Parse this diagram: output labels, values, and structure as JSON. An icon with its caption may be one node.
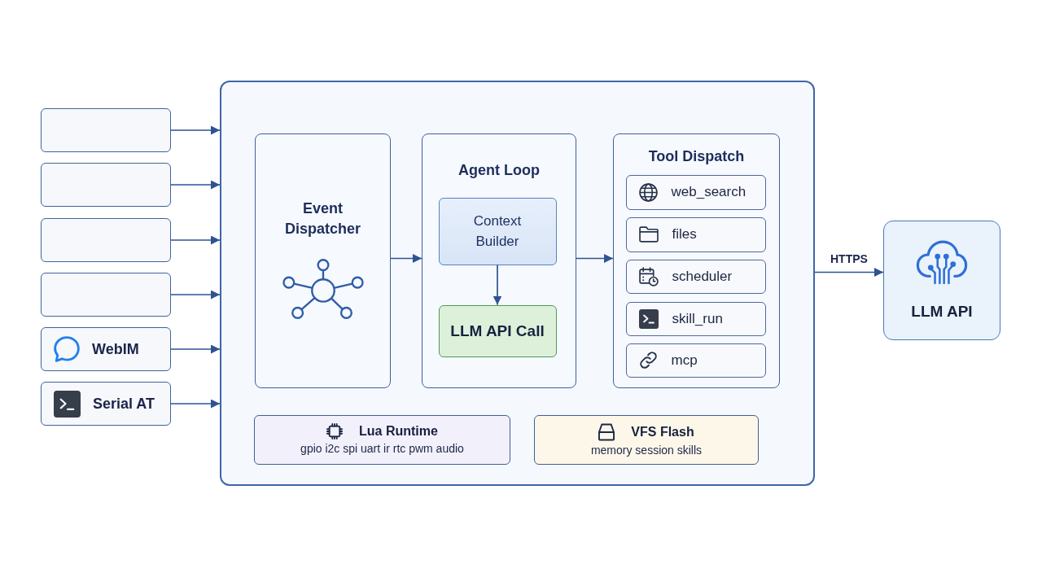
{
  "diagram": {
    "nodes": [
      {
        "text": [],
        "shape": "box"
      },
      {
        "text": [],
        "shape": "box"
      },
      {
        "text": [],
        "shape": "box"
      },
      {
        "text": [],
        "shape": "box"
      },
      {
        "text": [
          "WebIM"
        ]
      },
      {
        "text": [
          "Serial AT"
        ]
      },
      {
        "text": [],
        "shape": "box"
      },
      {
        "text": [
          "Event Dispatcher"
        ],
        "in": 6
      },
      {
        "text": [
          "Agent Loop"
        ],
        "in": 6
      },
      {
        "text": [
          "Context Builder"
        ],
        "in": 8
      },
      {
        "text": [
          "LLM API Call"
        ],
        "in": 8
      },
      {
        "text": [
          "Tool Dispatch"
        ],
        "in": 6
      },
      {
        "text": [
          "web_search"
        ],
        "in": 11
      },
      {
        "text": [
          "files"
        ],
        "in": 11
      },
      {
        "text": [
          "scheduler"
        ],
        "in": 11
      },
      {
        "text": [
          "skill_run"
        ],
        "in": 11
      },
      {
        "text": [
          "mcp"
        ],
        "in": 11
      },
      {
        "text": [
          "Lua Runtime",
          "gpio i2c spi uart ir rtc pwm audio"
        ],
        "in": 6
      },
      {
        "text": [
          "VFS Flash",
          "memory session skills"
        ],
        "in": 6
      },
      {
        "text": [
          "LLM API"
        ]
      }
    ],
    "edges": [
      {
        "from": 0,
        "to": 6,
        "arrow": "to"
      },
      {
        "from": 1,
        "to": 6,
        "arrow": "to"
      },
      {
        "from": 2,
        "to": 6,
        "arrow": "to"
      },
      {
        "from": 3,
        "to": 6,
        "arrow": "to"
      },
      {
        "from": 4,
        "to": 6,
        "arrow": "to"
      },
      {
        "from": 5,
        "to": 6,
        "arrow": "to"
      },
      {
        "from": 7,
        "to": 8,
        "arrow": "to"
      },
      {
        "from": 8,
        "to": 11,
        "arrow": "to"
      },
      {
        "from": 9,
        "to": 10,
        "arrow": "to"
      },
      {
        "from": 6,
        "to": 19,
        "arrow": "to",
        "label": "HTTPS"
      }
    ]
  }
}
